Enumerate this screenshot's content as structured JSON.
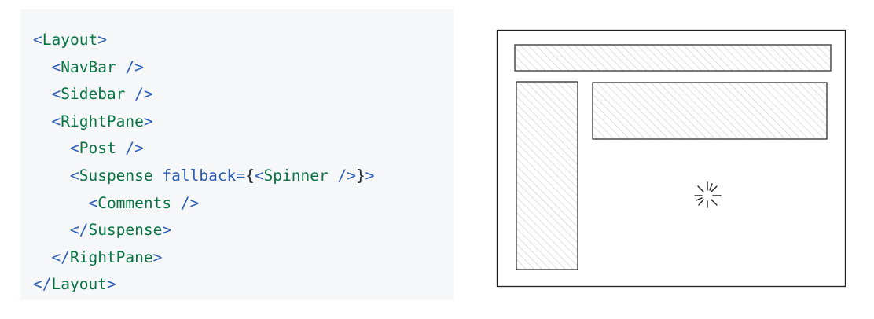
{
  "code": {
    "lines": [
      {
        "indent": 0,
        "tokens": [
          {
            "t": "<",
            "k": "punct"
          },
          {
            "t": "Layout",
            "k": "tag"
          },
          {
            "t": ">",
            "k": "punct"
          }
        ]
      },
      {
        "indent": 1,
        "tokens": [
          {
            "t": "<",
            "k": "punct"
          },
          {
            "t": "NavBar",
            "k": "tag"
          },
          {
            "t": " />",
            "k": "punct"
          }
        ]
      },
      {
        "indent": 1,
        "tokens": [
          {
            "t": "<",
            "k": "punct"
          },
          {
            "t": "Sidebar",
            "k": "tag"
          },
          {
            "t": " />",
            "k": "punct"
          }
        ]
      },
      {
        "indent": 1,
        "tokens": [
          {
            "t": "<",
            "k": "punct"
          },
          {
            "t": "RightPane",
            "k": "tag"
          },
          {
            "t": ">",
            "k": "punct"
          }
        ]
      },
      {
        "indent": 2,
        "tokens": [
          {
            "t": "<",
            "k": "punct"
          },
          {
            "t": "Post",
            "k": "tag"
          },
          {
            "t": " />",
            "k": "punct"
          }
        ]
      },
      {
        "indent": 2,
        "tokens": [
          {
            "t": "<",
            "k": "punct"
          },
          {
            "t": "Suspense",
            "k": "tag"
          },
          {
            "t": " fallback",
            "k": "attr"
          },
          {
            "t": "=",
            "k": "punct"
          },
          {
            "t": "{",
            "k": "brace"
          },
          {
            "t": "<",
            "k": "punct"
          },
          {
            "t": "Spinner",
            "k": "tag"
          },
          {
            "t": " />",
            "k": "punct"
          },
          {
            "t": "}",
            "k": "brace"
          },
          {
            "t": ">",
            "k": "punct"
          }
        ]
      },
      {
        "indent": 3,
        "tokens": [
          {
            "t": "<",
            "k": "punct"
          },
          {
            "t": "Comments",
            "k": "tag"
          },
          {
            "t": " />",
            "k": "punct"
          }
        ]
      },
      {
        "indent": 2,
        "tokens": [
          {
            "t": "</",
            "k": "punct"
          },
          {
            "t": "Suspense",
            "k": "tag"
          },
          {
            "t": ">",
            "k": "punct"
          }
        ]
      },
      {
        "indent": 1,
        "tokens": [
          {
            "t": "</",
            "k": "punct"
          },
          {
            "t": "RightPane",
            "k": "tag"
          },
          {
            "t": ">",
            "k": "punct"
          }
        ]
      },
      {
        "indent": 0,
        "tokens": [
          {
            "t": "</",
            "k": "punct"
          },
          {
            "t": "Layout",
            "k": "tag"
          },
          {
            "t": ">",
            "k": "punct"
          }
        ]
      }
    ]
  },
  "colors": {
    "code_background": "#f6f7f9",
    "tag": "#087443",
    "punctuation": "#2b5cb5",
    "sketch_stroke": "#1e1e1e",
    "hatch": "#c9c9c9"
  },
  "sketch": {
    "regions": [
      "navbar",
      "sidebar",
      "post",
      "comments-spinner"
    ],
    "spinner_icon": "loading-spinner-icon"
  }
}
